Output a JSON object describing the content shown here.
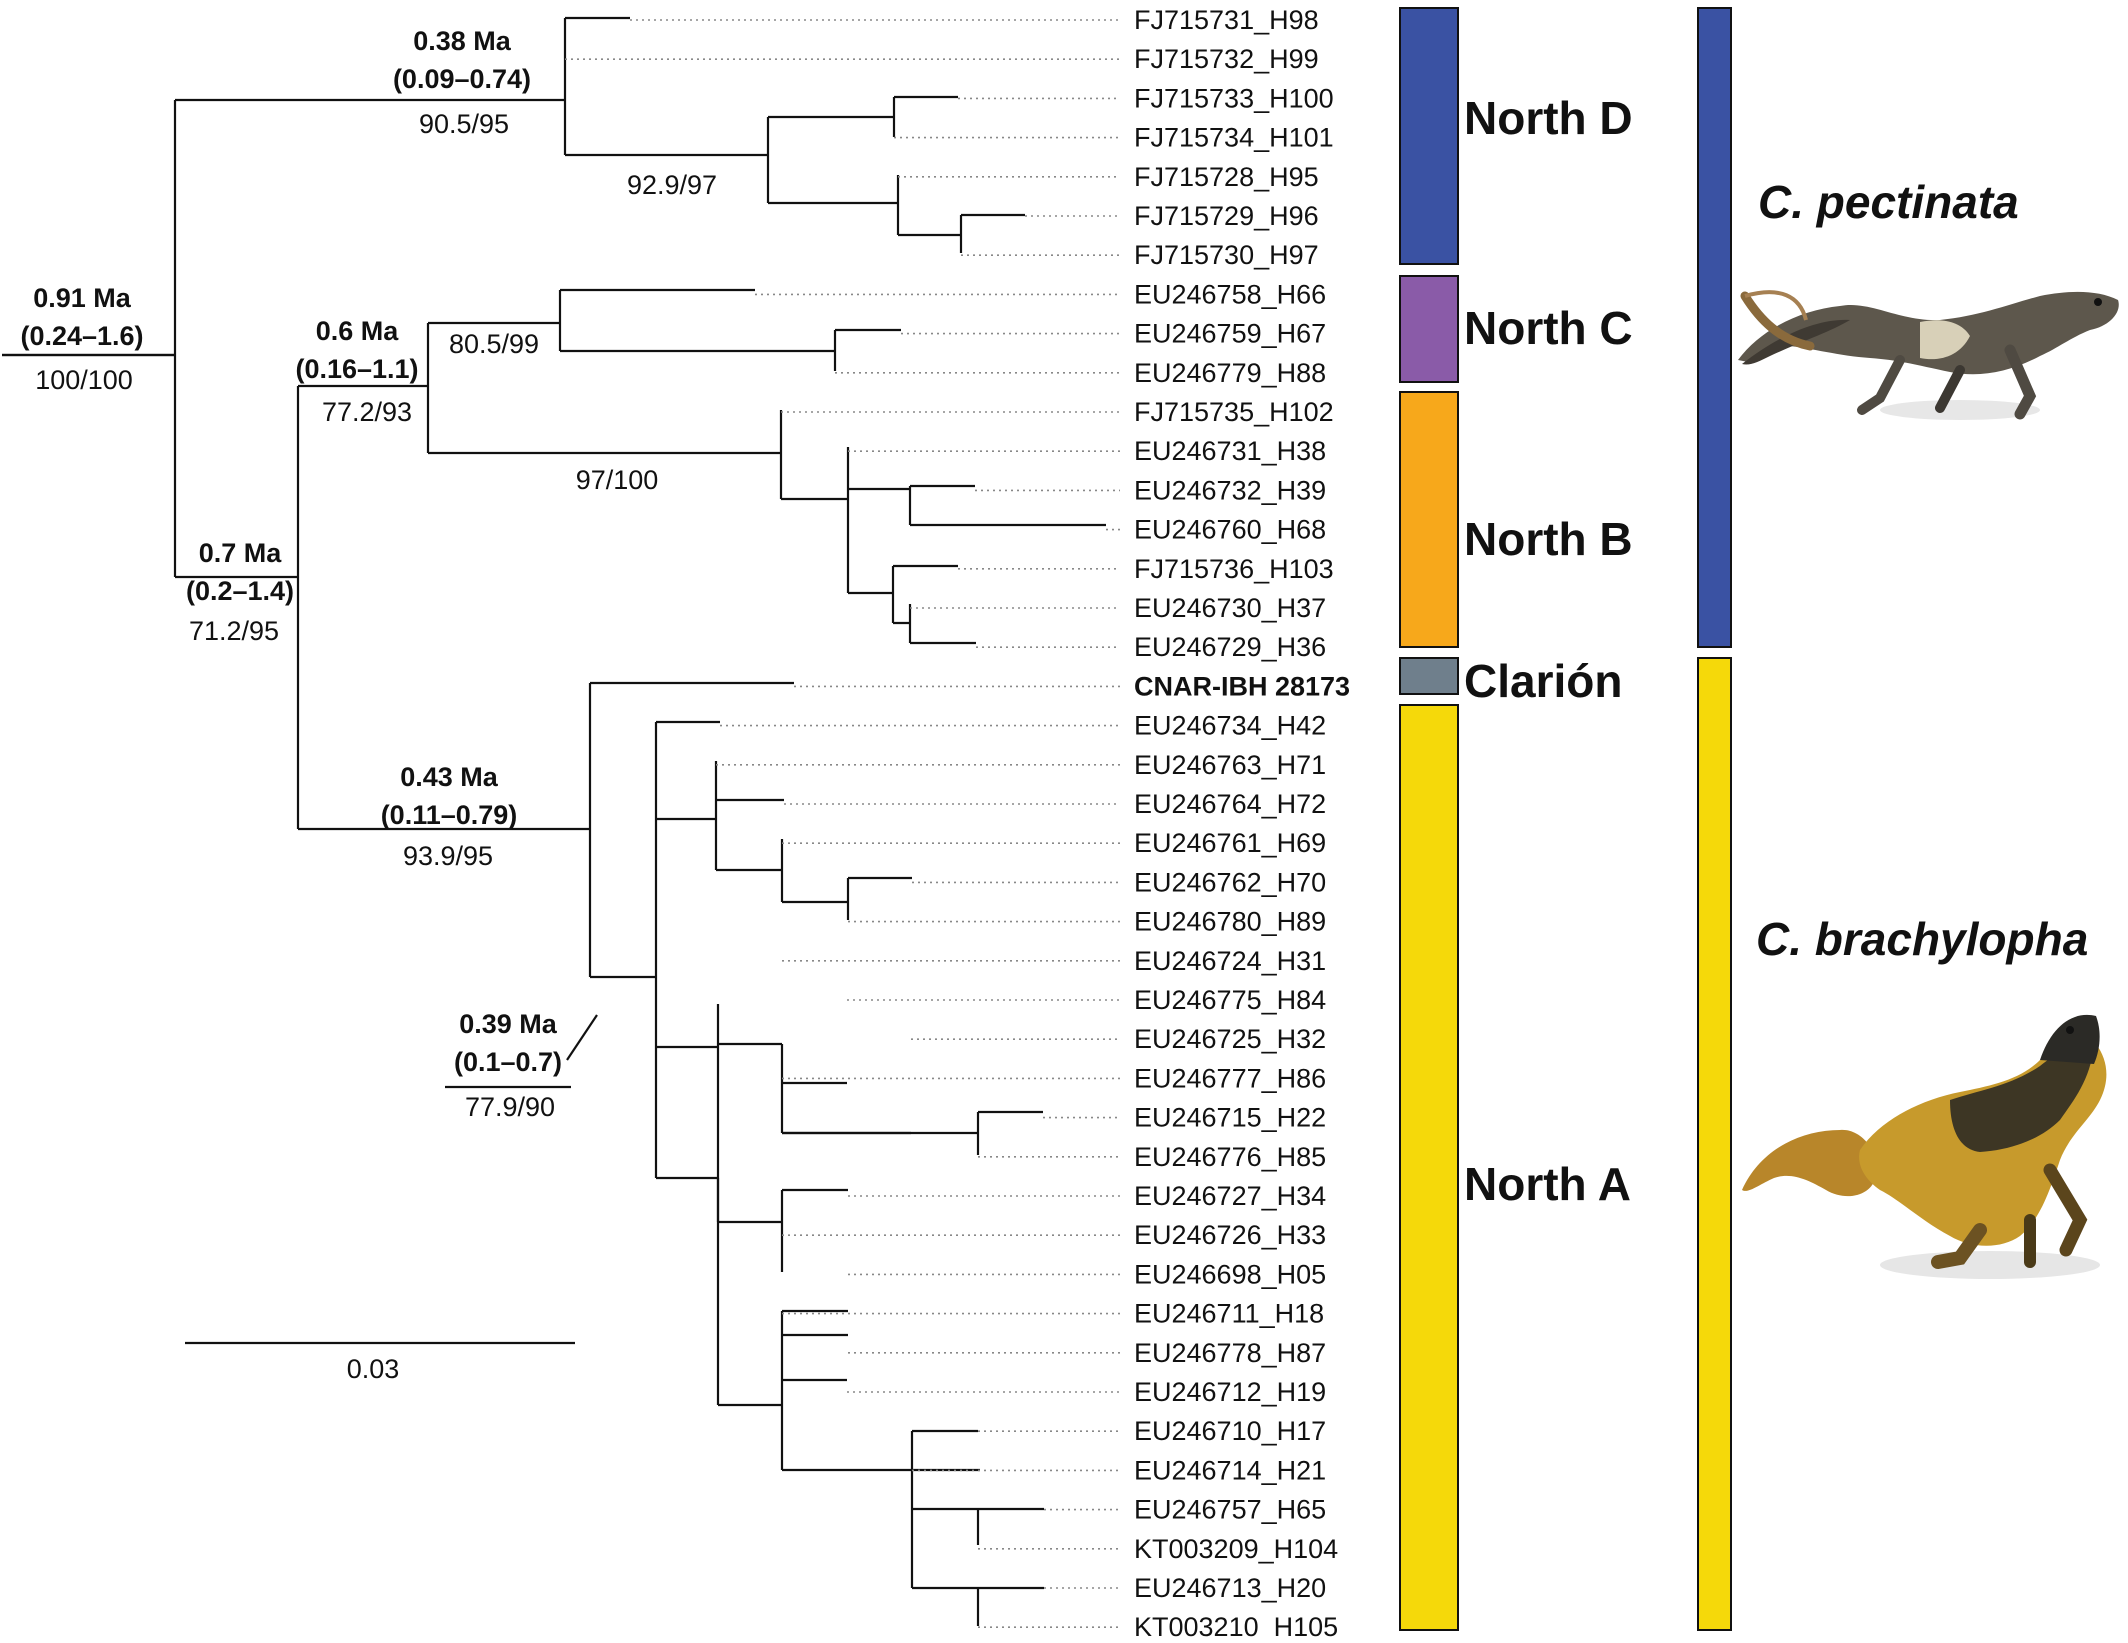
{
  "tips": [
    "FJ715731_H98",
    "FJ715732_H99",
    "FJ715733_H100",
    "FJ715734_H101",
    "FJ715728_H95",
    "FJ715729_H96",
    "FJ715730_H97",
    "EU246758_H66",
    "EU246759_H67",
    "EU246779_H88",
    "FJ715735_H102",
    "EU246731_H38",
    "EU246732_H39",
    "EU246760_H68",
    "FJ715736_H103",
    "EU246730_H37",
    "EU246729_H36",
    "CNAR-IBH 28173",
    "EU246734_H42",
    "EU246763_H71",
    "EU246764_H72",
    "EU246761_H69",
    "EU246762_H70",
    "EU246780_H89",
    "EU246724_H31",
    "EU246775_H84",
    "EU246725_H32",
    "EU246777_H86",
    "EU246715_H22",
    "EU246776_H85",
    "EU246727_H34",
    "EU246726_H33",
    "EU246698_H05",
    "EU246711_H18",
    "EU246778_H87",
    "EU246712_H19",
    "EU246710_H17",
    "EU246714_H21",
    "EU246757_H65",
    "KT003209_H104",
    "EU246713_H20",
    "KT003210_H105"
  ],
  "node_labels": {
    "root": {
      "age": "0.91 Ma",
      "interval": "(0.24–1.6)",
      "support": "100/100"
    },
    "north_d": {
      "age": "0.38 Ma",
      "interval": "(0.09–0.74)",
      "support": "90.5/95"
    },
    "north_d_inner": {
      "support": "92.9/97"
    },
    "bc": {
      "age": "0.6 Ma",
      "interval": "(0.16–1.1)",
      "support": "77.2/93"
    },
    "north_c": {
      "support": "80.5/99"
    },
    "north_b": {
      "support": "97/100"
    },
    "pect": {
      "age": "0.7 Ma",
      "interval": "(0.2–1.4)",
      "support": "71.2/95"
    },
    "brach": {
      "age": "0.43 Ma",
      "interval": "(0.11–0.79)",
      "support": "93.9/95"
    },
    "north_a": {
      "age": "0.39 Ma",
      "interval": "(0.1–0.7)",
      "support": "77.9/90"
    }
  },
  "scale_bar": {
    "label": "0.03"
  },
  "clades": [
    {
      "name": "North D",
      "color": "#3a52a3"
    },
    {
      "name": "North C",
      "color": "#8a5ba8"
    },
    {
      "name": "North B",
      "color": "#f7a81b"
    },
    {
      "name": "Clarión",
      "color": "#6f7f8c"
    },
    {
      "name": "North A",
      "color": "#f5d90a"
    }
  ],
  "species": [
    {
      "name": "C. pectinata",
      "color": "#3a52a3",
      "image": "lizard-photo-pectinata"
    },
    {
      "name": "C. brachylopha",
      "color": "#f5d90a",
      "image": "lizard-photo-brachylopha"
    }
  ]
}
